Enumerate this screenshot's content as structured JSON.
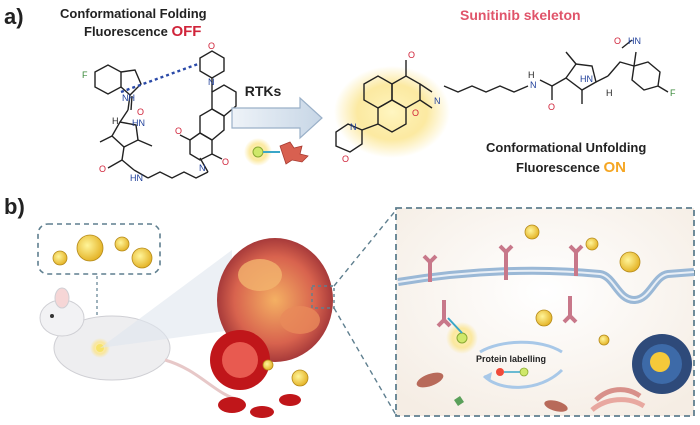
{
  "panel_a": {
    "letter": "a)",
    "left_caption_line1": "Conformational Folding",
    "left_caption_line2_prefix": "Fluorescence ",
    "left_caption_state": "OFF",
    "arrow_label": "RTKs",
    "right_title": "Sunitinib skeleton",
    "right_caption_line1": "Conformational Unfolding",
    "right_caption_line2_prefix": "Fluorescence ",
    "right_caption_state": "ON"
  },
  "panel_b": {
    "letter": "b)",
    "process_label": "Protein labelling"
  },
  "atoms": {
    "F": "F",
    "NH": "NH",
    "N": "N",
    "O": "O",
    "H": "H",
    "HN": "HN"
  },
  "colors": {
    "off": "#d0243a",
    "sunitinib": "#e0546a",
    "on": "#f5a623",
    "glow": "#fbe48a",
    "dashed_box": "#5f7f8f",
    "membrane": "#9ab8d6",
    "receptor": "#c8788a",
    "blood": "#c0161a"
  }
}
